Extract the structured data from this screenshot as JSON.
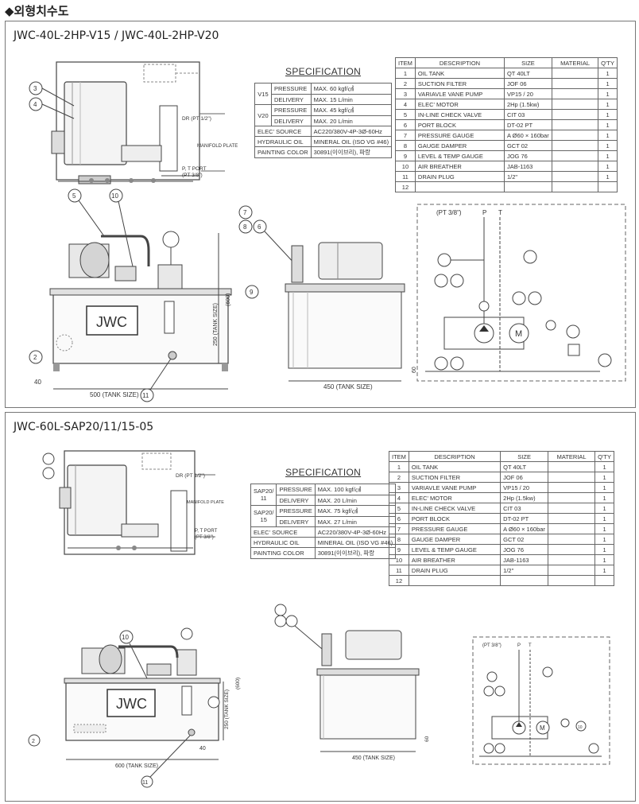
{
  "page": {
    "title": "◆외형치수도"
  },
  "item_headers": [
    "ITEM",
    "DESCRIPTION",
    "SIZE",
    "MATERIAL",
    "Q'TY"
  ],
  "models": [
    {
      "title": "JWC-40L-2HP-V15 / JWC-40L-2HP-V20",
      "spec": {
        "heading": "SPECIFICATION",
        "groups": [
          {
            "name": "V15",
            "rows": [
              {
                "label": "PRESSURE",
                "value": "MAX. 60 kgf/㎠"
              },
              {
                "label": "DELIVERY",
                "value": "MAX. 15 L/min"
              }
            ]
          },
          {
            "name": "V20",
            "rows": [
              {
                "label": "PRESSURE",
                "value": "MAX. 45 kgf/㎠"
              },
              {
                "label": "DELIVERY",
                "value": "MAX. 20 L/min"
              }
            ]
          }
        ],
        "rows": [
          {
            "label": "ELEC' SOURCE",
            "value": "AC220/380V-4P-3Ø-60Hz"
          },
          {
            "label": "HYDRAULIC OIL",
            "value": "MINERAL OIL (ISO VG #46)"
          },
          {
            "label": "PAINTING COLOR",
            "value": "30891(이이브리), 파랑"
          }
        ]
      },
      "items": [
        {
          "no": "1",
          "desc": "OIL TANK",
          "size": "QT 40LT",
          "material": "",
          "qty": "1"
        },
        {
          "no": "2",
          "desc": "SUCTION FILTER",
          "size": "JOF 06",
          "material": "",
          "qty": "1"
        },
        {
          "no": "3",
          "desc": "VARIAVLE VANE PUMP",
          "size": "VP15 / 20",
          "material": "",
          "qty": "1"
        },
        {
          "no": "4",
          "desc": "ELEC' MOTOR",
          "size": "2Hp (1.5kw)",
          "material": "",
          "qty": "1"
        },
        {
          "no": "5",
          "desc": "IN-LINE CHECK VALVE",
          "size": "CIT 03",
          "material": "",
          "qty": "1"
        },
        {
          "no": "6",
          "desc": "PORT BLOCK",
          "size": "DT-02 PT",
          "material": "",
          "qty": "1"
        },
        {
          "no": "7",
          "desc": "PRESSURE GAUGE",
          "size": "A Ø60 × 160bar",
          "material": "",
          "qty": "1"
        },
        {
          "no": "8",
          "desc": "GAUGE DAMPER",
          "size": "GCT 02",
          "material": "",
          "qty": "1"
        },
        {
          "no": "9",
          "desc": "LEVEL & TEMP GAUGE",
          "size": "JOG 76",
          "material": "",
          "qty": "1"
        },
        {
          "no": "10",
          "desc": "AIR BREATHER",
          "size": "JAB-1163",
          "material": "",
          "qty": "1"
        },
        {
          "no": "11",
          "desc": "DRAIN PLUG",
          "size": "1/2\"",
          "material": "",
          "qty": "1"
        },
        {
          "no": "12",
          "desc": "",
          "size": "",
          "material": "",
          "qty": ""
        }
      ],
      "drawing": {
        "callouts": [
          "3",
          "4",
          "5",
          "10",
          "7",
          "8",
          "6",
          "9",
          "2",
          "11"
        ],
        "dr_port": "DR (PT 1/2\")",
        "manifold": "MANIFOLD PLATE",
        "pt_port": "P, T PORT",
        "pt_port_size": "(PT 3/8\")",
        "brand": "JWC",
        "dim_tank_width": "500 (TANK SIZE)",
        "dim_tank_depth": "450 (TANK SIZE)",
        "dim_tank_height": "250 (TANK SIZE)",
        "dim_total_height": "(600)",
        "dim_40": "40",
        "dim_60": "60",
        "hyd_port": "(PT 3/8\")",
        "hyd_p": "P",
        "hyd_t": "T",
        "hyd_motor": "M"
      }
    },
    {
      "title": "JWC-60L-SAP20/11/15-05",
      "spec": {
        "heading": "SPECIFICATION",
        "groups": [
          {
            "name": "SAP20/ 11",
            "rows": [
              {
                "label": "PRESSURE",
                "value": "MAX. 100 kgf/㎠"
              },
              {
                "label": "DELIVERY",
                "value": "MAX. 20 L/min"
              }
            ]
          },
          {
            "name": "SAP20/ 15",
            "rows": [
              {
                "label": "PRESSURE",
                "value": "MAX. 75 kgf/㎠"
              },
              {
                "label": "DELIVERY",
                "value": "MAX. 27 L/min"
              }
            ]
          }
        ],
        "rows": [
          {
            "label": "ELEC' SOURCE",
            "value": "AC220/380V-4P-3Ø-60Hz"
          },
          {
            "label": "HYDRAULIC OIL",
            "value": "MINERAL OIL (ISO VG #46)"
          },
          {
            "label": "PAINTING COLOR",
            "value": "30891(이이브리), 파랑"
          }
        ]
      },
      "items": [
        {
          "no": "1",
          "desc": "OIL TANK",
          "size": "QT 40LT",
          "material": "",
          "qty": "1"
        },
        {
          "no": "2",
          "desc": "SUCTION FILTER",
          "size": "JOF 06",
          "material": "",
          "qty": "1"
        },
        {
          "no": "3",
          "desc": "VARIAVLE VANE PUMP",
          "size": "VP15 / 20",
          "material": "",
          "qty": "1"
        },
        {
          "no": "4",
          "desc": "ELEC' MOTOR",
          "size": "2Hp (1.5kw)",
          "material": "",
          "qty": "1"
        },
        {
          "no": "5",
          "desc": "IN-LINE CHECK VALVE",
          "size": "CIT 03",
          "material": "",
          "qty": "1"
        },
        {
          "no": "6",
          "desc": "PORT BLOCK",
          "size": "DT-02 PT",
          "material": "",
          "qty": "1"
        },
        {
          "no": "7",
          "desc": "PRESSURE GAUGE",
          "size": "A Ø60 × 160bar",
          "material": "",
          "qty": "1"
        },
        {
          "no": "8",
          "desc": "GAUGE DAMPER",
          "size": "GCT 02",
          "material": "",
          "qty": "1"
        },
        {
          "no": "9",
          "desc": "LEVEL & TEMP GAUGE",
          "size": "JOG 76",
          "material": "",
          "qty": "1"
        },
        {
          "no": "10",
          "desc": "AIR BREATHER",
          "size": "JAB-1163",
          "material": "",
          "qty": "1"
        },
        {
          "no": "11",
          "desc": "DRAIN PLUG",
          "size": "1/2\"",
          "material": "",
          "qty": "1"
        },
        {
          "no": "12",
          "desc": "",
          "size": "",
          "material": "",
          "qty": ""
        }
      ],
      "drawing": {
        "callouts": [
          "10",
          "2",
          "11",
          "10"
        ],
        "dr_port": "DR (PT 1/2\")",
        "manifold": "MANIFOLD PLATE",
        "pt_port": "P, T PORT",
        "pt_port_size": "(PT 3/8\")",
        "brand": "JWC",
        "dim_tank_width": "600 (TANK SIZE)",
        "dim_tank_depth": "450 (TANK SIZE)",
        "dim_tank_height": "250 (TANK SIZE)",
        "dim_total_height": "(600)",
        "dim_40": "40",
        "dim_60": "60",
        "hyd_port": "(PT 3/8\")",
        "hyd_p": "P",
        "hyd_t": "T",
        "hyd_motor": "M"
      }
    }
  ]
}
